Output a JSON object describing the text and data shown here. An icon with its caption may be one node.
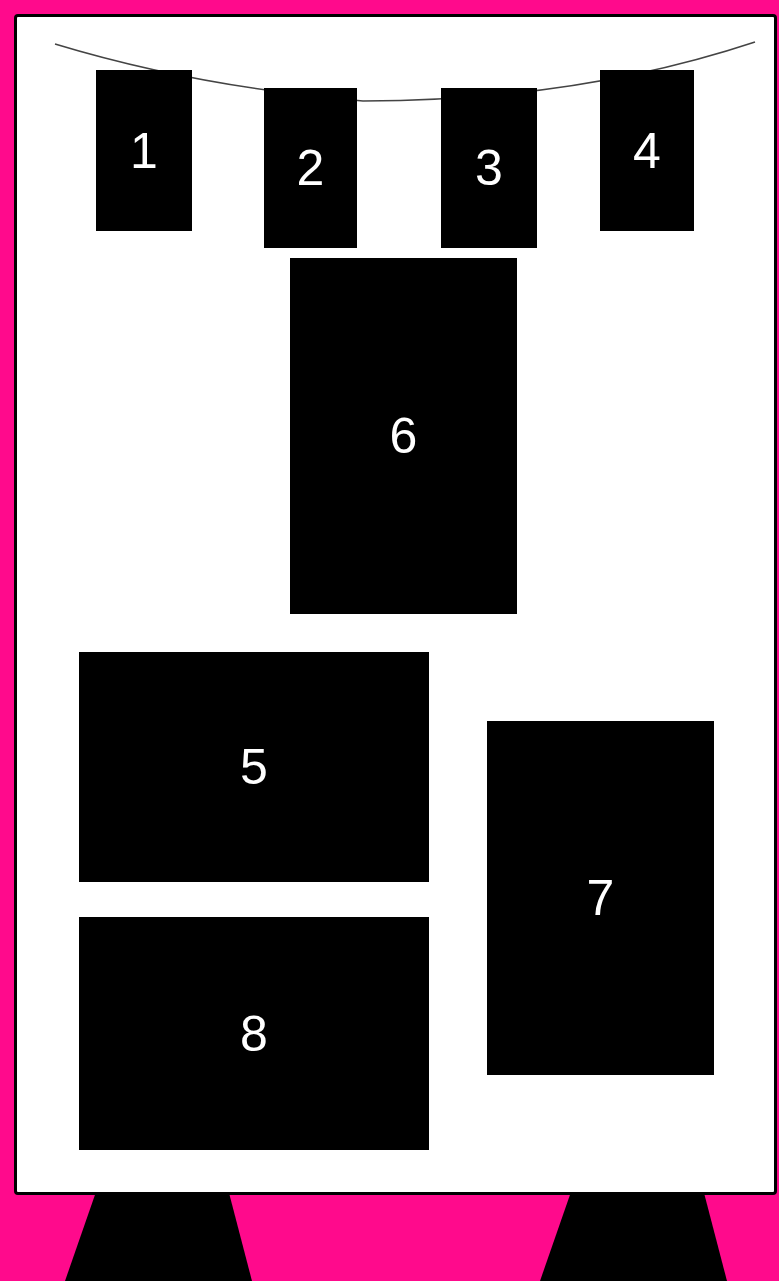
{
  "diagram": {
    "nodes": [
      {
        "text": [],
        "shape": "box"
      },
      {
        "text": [
          "1"
        ],
        "in": 0
      },
      {
        "text": [
          "2"
        ],
        "in": 0
      },
      {
        "text": [
          "3"
        ],
        "in": 0
      },
      {
        "text": [
          "4"
        ],
        "in": 0
      },
      {
        "text": [
          "6"
        ],
        "in": 0
      },
      {
        "text": [
          "5"
        ],
        "in": 0
      },
      {
        "text": [
          "7"
        ],
        "in": 0
      },
      {
        "text": [
          "8"
        ],
        "in": 0
      },
      {
        "text": [],
        "shape": "trapezoid"
      },
      {
        "text": [],
        "shape": "trapezoid"
      }
    ],
    "edges": []
  }
}
